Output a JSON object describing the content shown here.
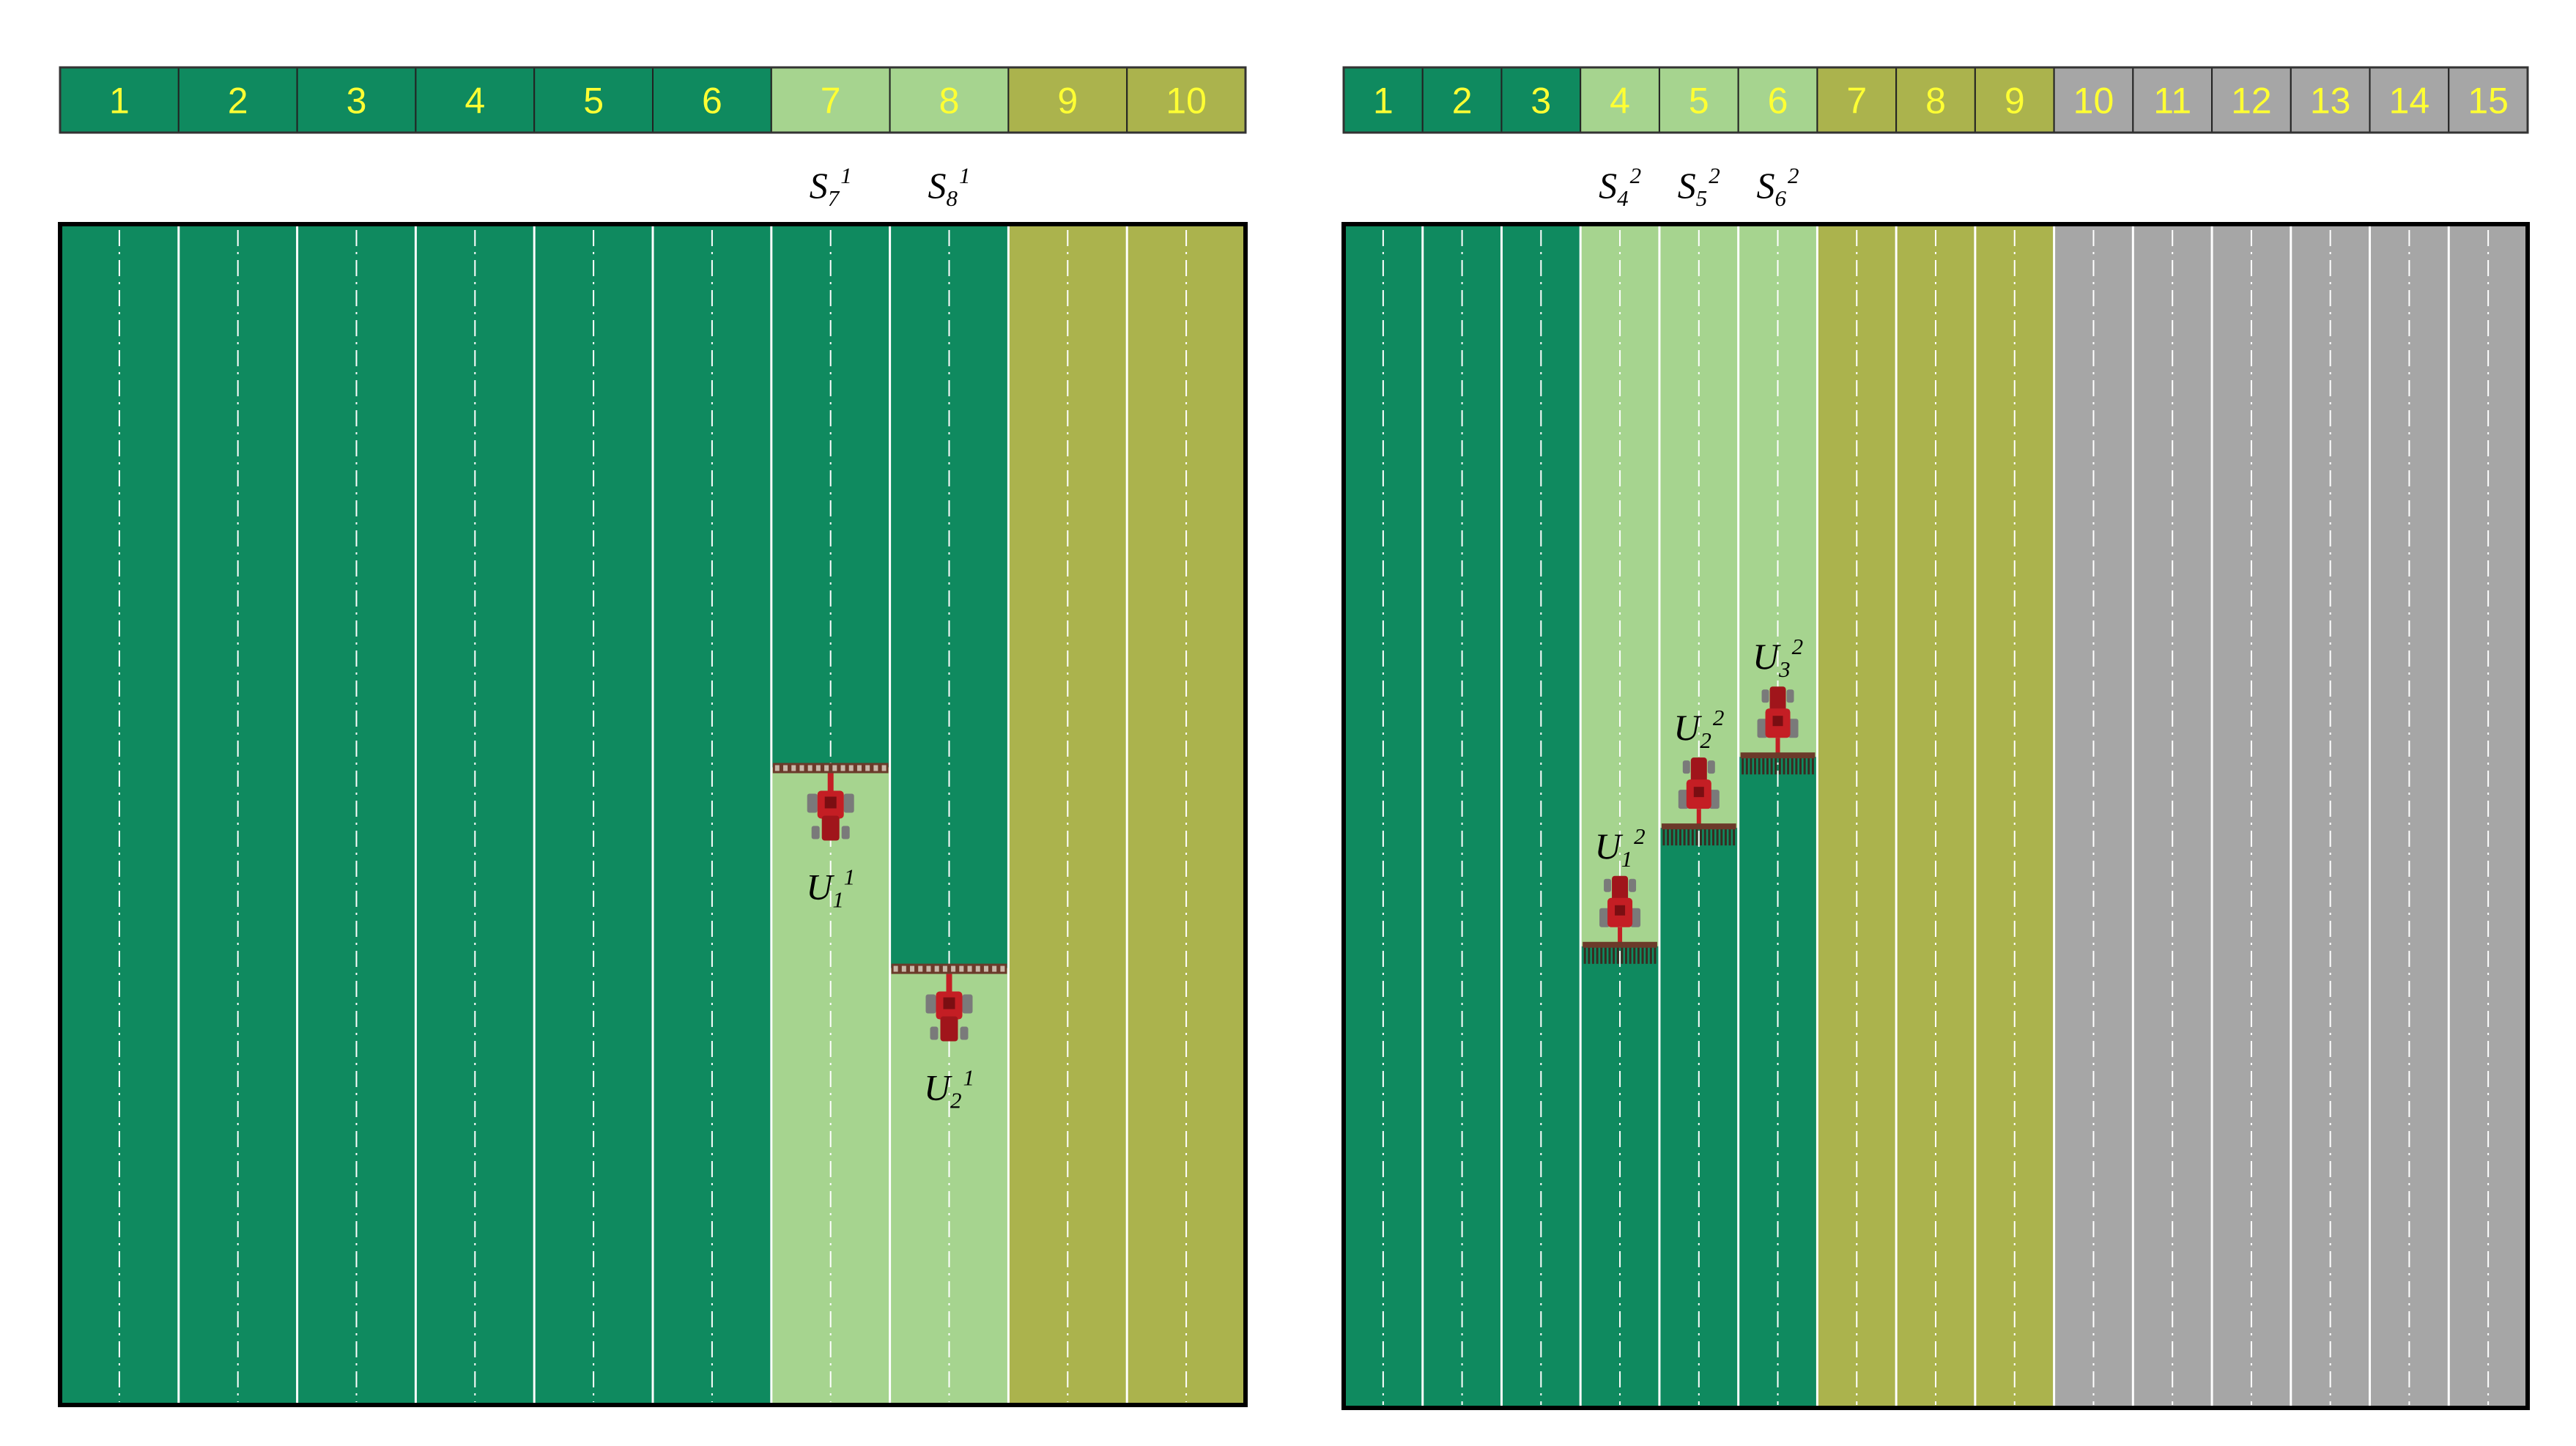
{
  "colors": {
    "worked": "#0f8a5f",
    "in_progress": "#a6d48f",
    "pending": "#abb34d",
    "unassigned": "#a6a6a6",
    "number_text": "#ffff33",
    "border": "#000000",
    "divider": "#ffffff",
    "tractor_body": "#c41e24",
    "tractor_wheels": "#7a7a7a",
    "implement_dark": "#6b3a2a"
  },
  "panels": [
    {
      "id": "field-1",
      "segments": [
        {
          "label": "1",
          "state": "worked"
        },
        {
          "label": "2",
          "state": "worked"
        },
        {
          "label": "3",
          "state": "worked"
        },
        {
          "label": "4",
          "state": "worked"
        },
        {
          "label": "5",
          "state": "worked"
        },
        {
          "label": "6",
          "state": "worked"
        },
        {
          "label": "7",
          "state": "in_progress"
        },
        {
          "label": "8",
          "state": "in_progress"
        },
        {
          "label": "9",
          "state": "pending"
        },
        {
          "label": "10",
          "state": "pending"
        }
      ],
      "strips": [
        {
          "label": "S",
          "sub": "7",
          "sup": "1",
          "segment": 7
        },
        {
          "label": "S",
          "sub": "8",
          "sup": "1",
          "segment": 8
        }
      ],
      "units": [
        {
          "label": "U",
          "sub": "1",
          "sup": "1",
          "segment": 7,
          "progress": 0.46,
          "implement": "sprayer",
          "label_position": "below"
        },
        {
          "label": "U",
          "sub": "2",
          "sup": "1",
          "segment": 8,
          "progress": 0.63,
          "implement": "sprayer",
          "label_position": "below"
        }
      ]
    },
    {
      "id": "field-2",
      "segments": [
        {
          "label": "1",
          "state": "worked"
        },
        {
          "label": "2",
          "state": "worked"
        },
        {
          "label": "3",
          "state": "worked"
        },
        {
          "label": "4",
          "state": "in_progress"
        },
        {
          "label": "5",
          "state": "in_progress"
        },
        {
          "label": "6",
          "state": "in_progress"
        },
        {
          "label": "7",
          "state": "pending"
        },
        {
          "label": "8",
          "state": "pending"
        },
        {
          "label": "9",
          "state": "pending"
        },
        {
          "label": "10",
          "state": "unassigned"
        },
        {
          "label": "11",
          "state": "unassigned"
        },
        {
          "label": "12",
          "state": "unassigned"
        },
        {
          "label": "13",
          "state": "unassigned"
        },
        {
          "label": "14",
          "state": "unassigned"
        },
        {
          "label": "15",
          "state": "unassigned"
        }
      ],
      "strips": [
        {
          "label": "S",
          "sub": "4",
          "sup": "2",
          "segment": 4
        },
        {
          "label": "S",
          "sub": "5",
          "sup": "2",
          "segment": 5
        },
        {
          "label": "S",
          "sub": "6",
          "sup": "2",
          "segment": 6
        }
      ],
      "units": [
        {
          "label": "U",
          "sub": "1",
          "sup": "2",
          "segment": 4,
          "progress": 0.61,
          "implement": "cultivator",
          "label_position": "above"
        },
        {
          "label": "U",
          "sub": "2",
          "sup": "2",
          "segment": 5,
          "progress": 0.51,
          "implement": "cultivator",
          "label_position": "above"
        },
        {
          "label": "U",
          "sub": "3",
          "sup": "2",
          "segment": 6,
          "progress": 0.45,
          "implement": "cultivator",
          "label_position": "above"
        }
      ]
    }
  ]
}
